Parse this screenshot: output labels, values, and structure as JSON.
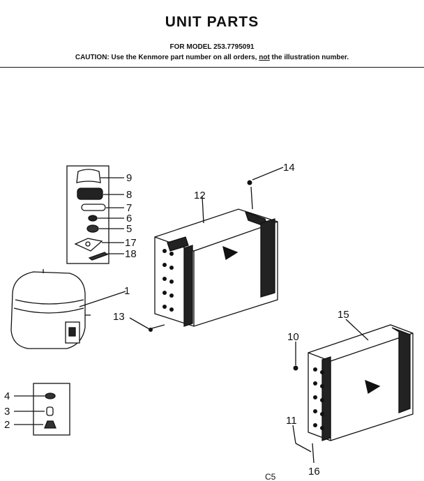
{
  "header": {
    "title": "UNIT PARTS",
    "model": "FOR MODEL 253.7795091",
    "caution_prefix": "CAUTION: Use the Kenmore part number on all orders, ",
    "caution_emph": "not",
    "caution_suffix": " the illustration number."
  },
  "callouts": {
    "c1": "1",
    "c2": "2",
    "c3": "3",
    "c4": "4",
    "c5": "5",
    "c6": "6",
    "c7": "7",
    "c8": "8",
    "c9": "9",
    "c10": "10",
    "c11": "11",
    "c12": "12",
    "c13": "13",
    "c14": "14",
    "c15": "15",
    "c16": "16",
    "c17": "17",
    "c18": "18"
  },
  "footer": {
    "page_code": "C5"
  }
}
